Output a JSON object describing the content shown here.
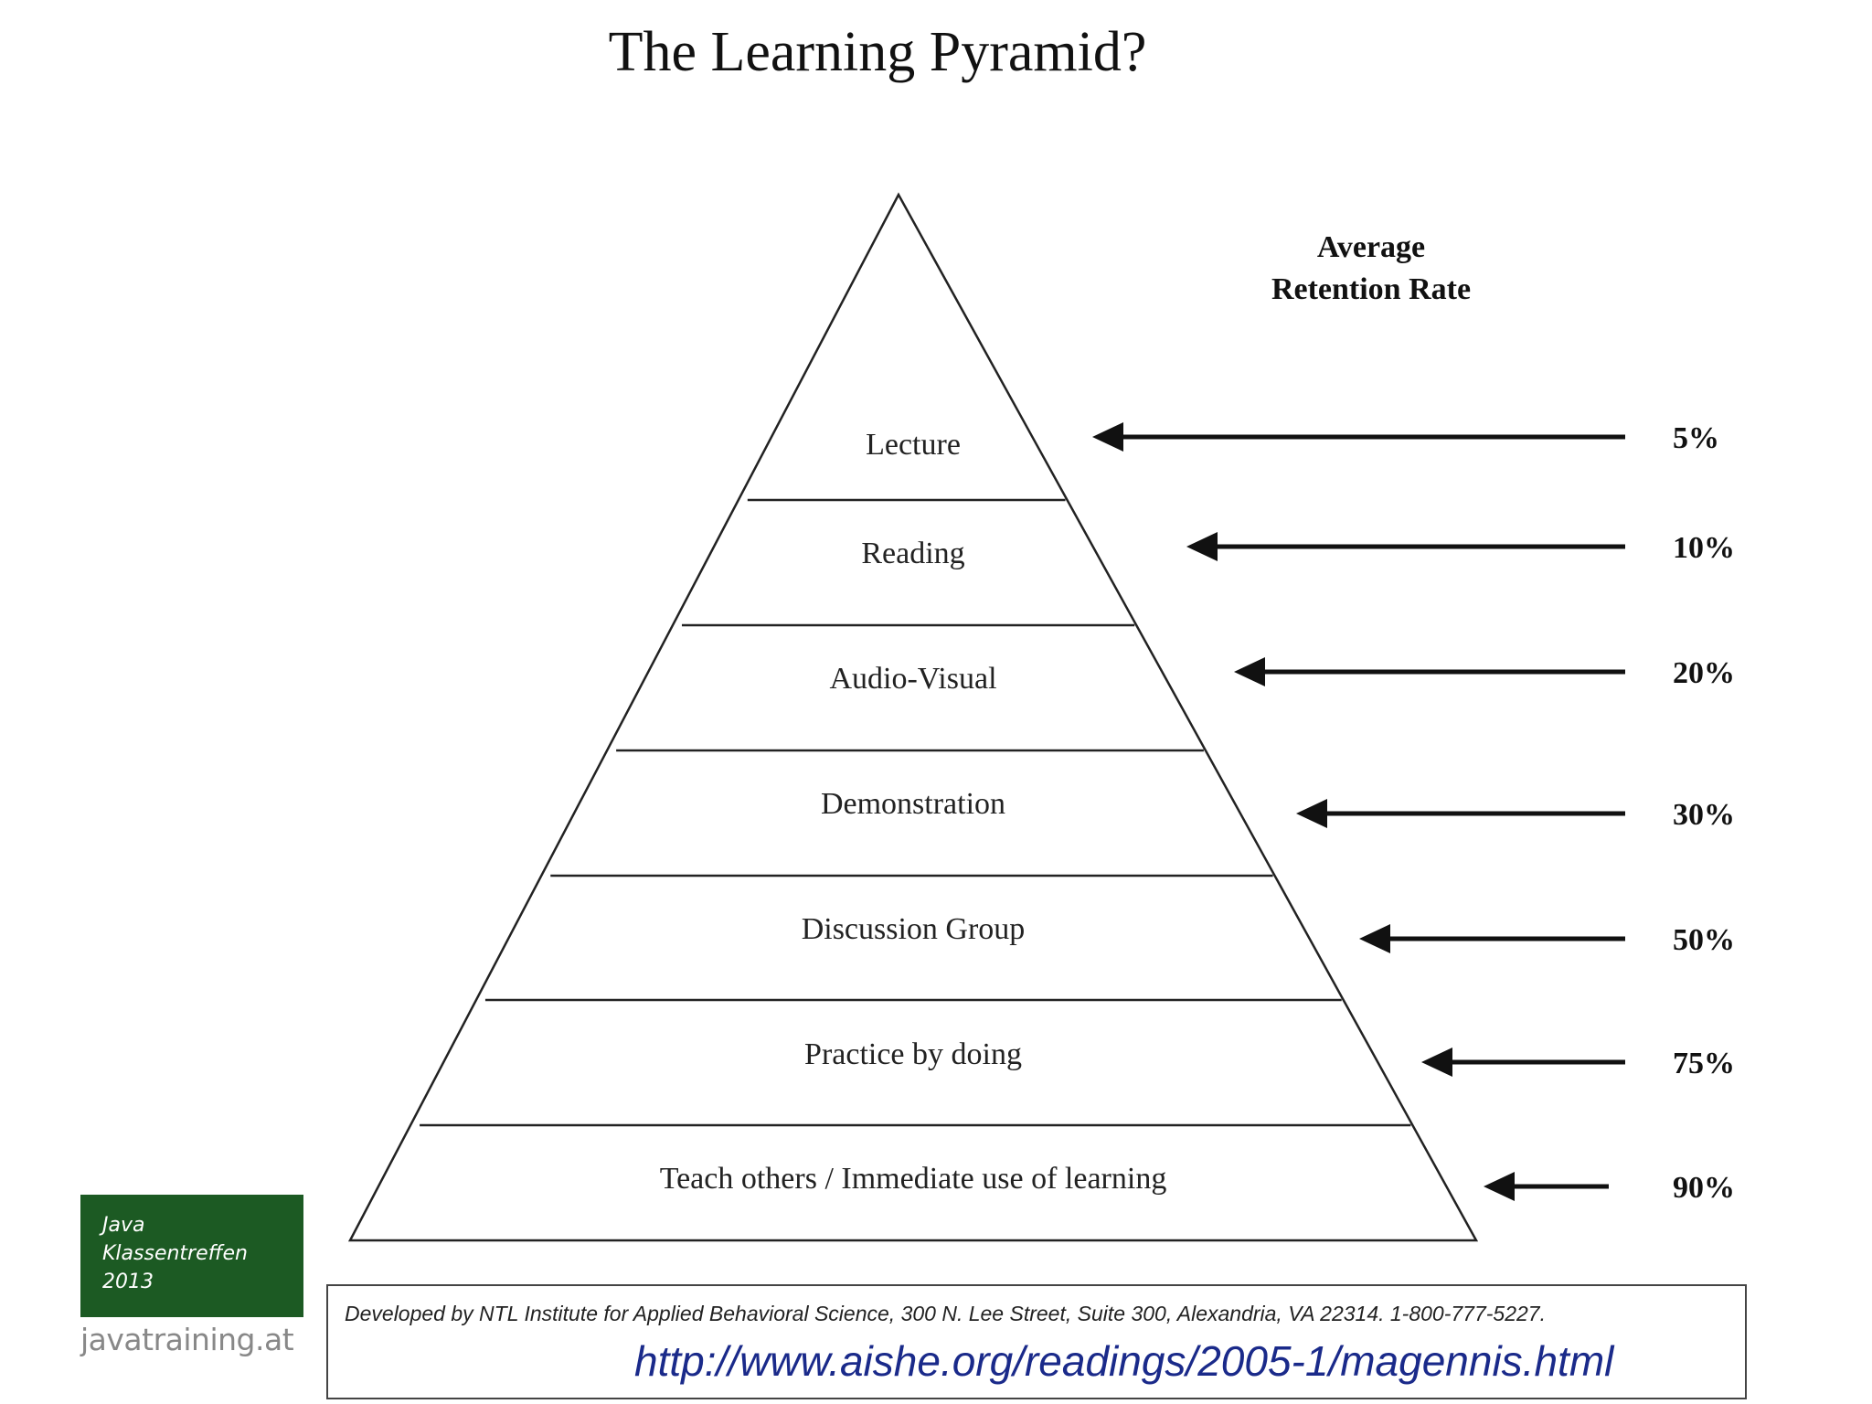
{
  "title": "The Learning Pyramid?",
  "retention_header": {
    "line1": "Average",
    "line2": "Retention Rate"
  },
  "tiers": [
    {
      "label": "Lecture",
      "retention": "5%"
    },
    {
      "label": "Reading",
      "retention": "10%"
    },
    {
      "label": "Audio-Visual",
      "retention": "20%"
    },
    {
      "label": "Demonstration",
      "retention": "30%"
    },
    {
      "label": "Discussion Group",
      "retention": "50%"
    },
    {
      "label": "Practice by doing",
      "retention": "75%"
    },
    {
      "label": "Teach others / Immediate use of learning",
      "retention": "90%"
    }
  ],
  "source": {
    "text": "Developed by NTL Institute for Applied Behavioral Science, 300 N. Lee Street, Suite 300, Alexandria, VA 22314. 1-800-777-5227.",
    "url": "http://www.aishe.org/readings/2005-1/magennis.html"
  },
  "logo": {
    "line1": "Java",
    "line2": "Klassentreffen",
    "line3": "2013"
  },
  "site": "javatraining.at",
  "colors": {
    "logo_bg": "#1c5a23",
    "url": "#1a2a8a",
    "lines": "#222222"
  }
}
